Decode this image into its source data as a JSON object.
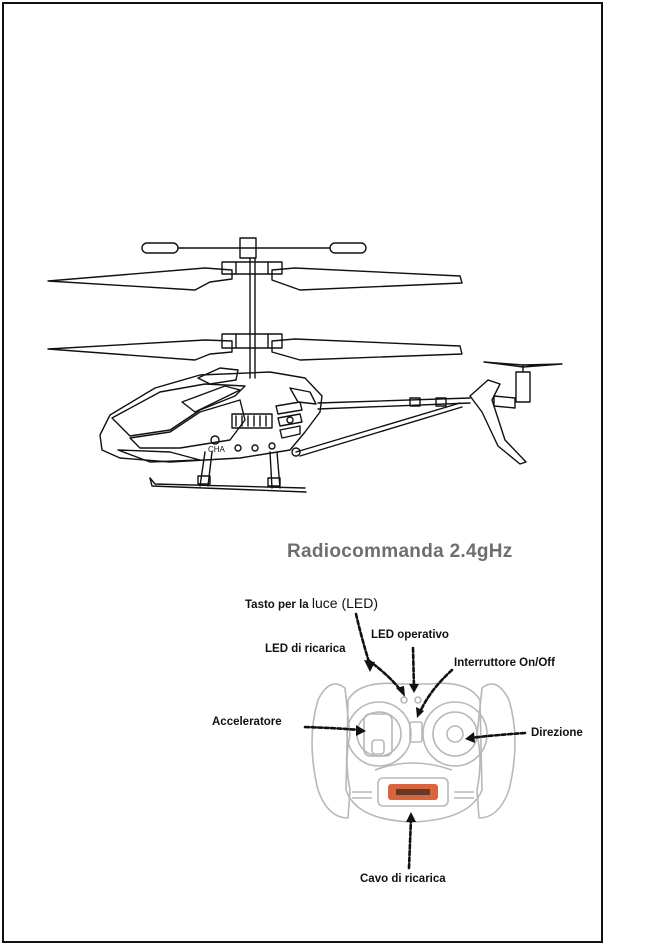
{
  "remote_title": "Radiocommanda 2.4gHz",
  "labels": {
    "light_button_prefix": "Tasto per la ",
    "light_button_suffix": "luce (LED)",
    "led_operativo": "LED operativo",
    "led_ricarica": "LED di ricarica",
    "interruttore": "Interruttore On/Off",
    "acceleratore": "Acceleratore",
    "direzione": "Direzione",
    "cavo": "Cavo di ricarica",
    "channel_mark": "CHA"
  },
  "colors": {
    "ink": "#111111",
    "heading_gray": "#6e6e6e",
    "remote_line": "#b8b8b8",
    "panel_orange": "#d24a1a"
  },
  "icons": [
    "helicopter-drawing",
    "remote-control-drawing",
    "arrow-icon"
  ]
}
